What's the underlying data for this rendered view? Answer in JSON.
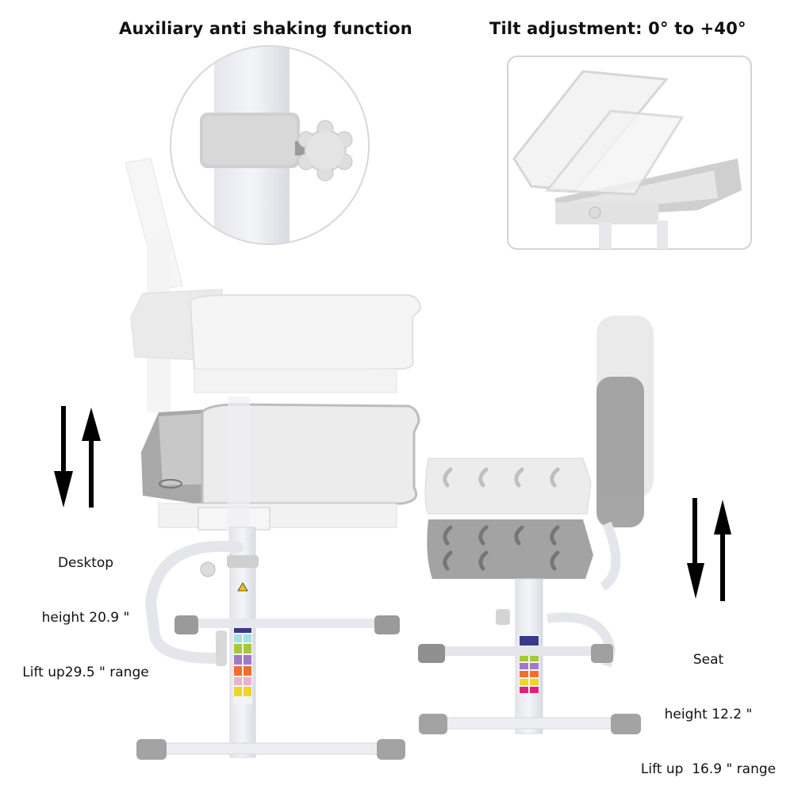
{
  "features": {
    "anti_shake": {
      "title": "Auxiliary anti shaking function"
    },
    "tilt": {
      "title": "Tilt adjustment: 0° to +40°"
    }
  },
  "desk": {
    "caption_line1": "Desktop",
    "caption_line2": "height 20.9 \"",
    "caption_line3": "Lift up29.5 \" range"
  },
  "chair": {
    "caption_line1": "Seat",
    "caption_line2": "height 12.2 \"",
    "caption_line3": "Lift up  16.9 \" range"
  },
  "icons": {
    "desk_arrows": [
      "arrow-down",
      "arrow-up"
    ],
    "seat_arrows": [
      "arrow-down",
      "arrow-up"
    ]
  },
  "colors": {
    "frame_white": "#eef0f3",
    "plastic_grey": "#9a9a9a",
    "light_grey": "#d6d6d6",
    "text": "#111111"
  }
}
